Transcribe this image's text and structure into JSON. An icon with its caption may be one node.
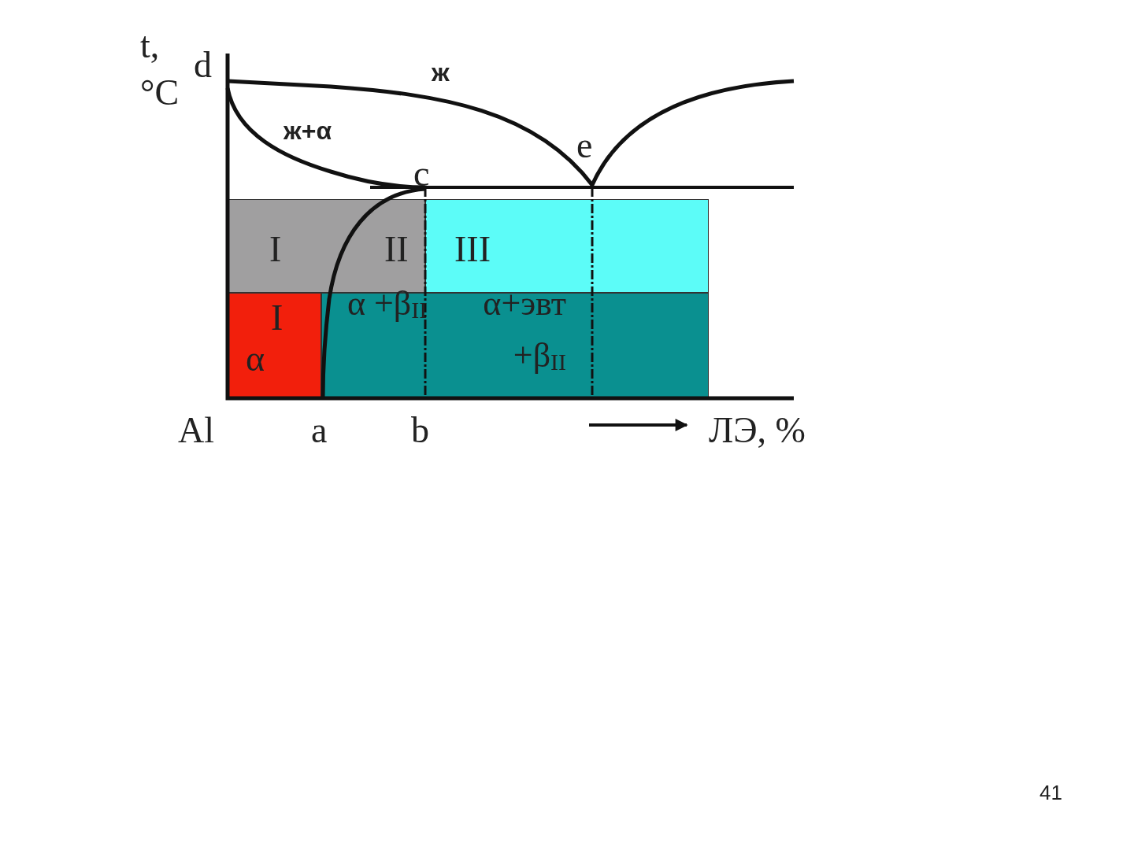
{
  "diagram": {
    "nodes": [
      {
        "text": [
          "I",
          "II"
        ]
      },
      {
        "text": [
          "III"
        ]
      },
      {
        "text": [
          "I",
          "α"
        ]
      },
      {
        "text": [
          "α +β$_{II}$",
          "α+эвт +β$_{II}$"
        ]
      }
    ],
    "edges": [],
    "labels": [
      "t, °C",
      "d",
      "ж",
      "ж+α",
      "e",
      "c",
      "Al",
      "a",
      "b",
      "ЛЭ, %",
      "41"
    ]
  }
}
